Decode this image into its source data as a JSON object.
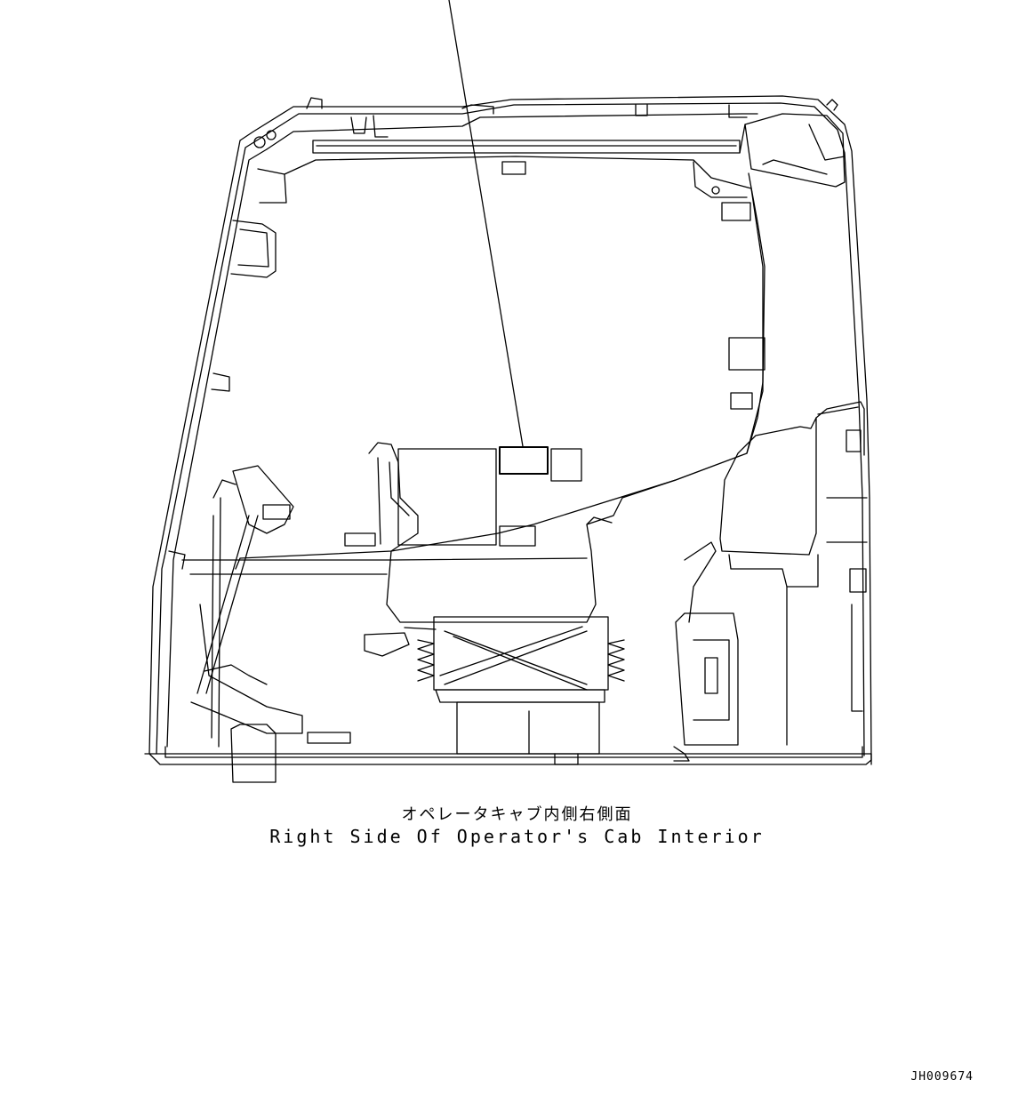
{
  "caption": {
    "japanese": "オペレータキャブ内側右側面",
    "english": "Right Side Of Operator's Cab Interior"
  },
  "document_id": "JH009674",
  "colors": {
    "line": "#000000",
    "background": "#ffffff"
  }
}
